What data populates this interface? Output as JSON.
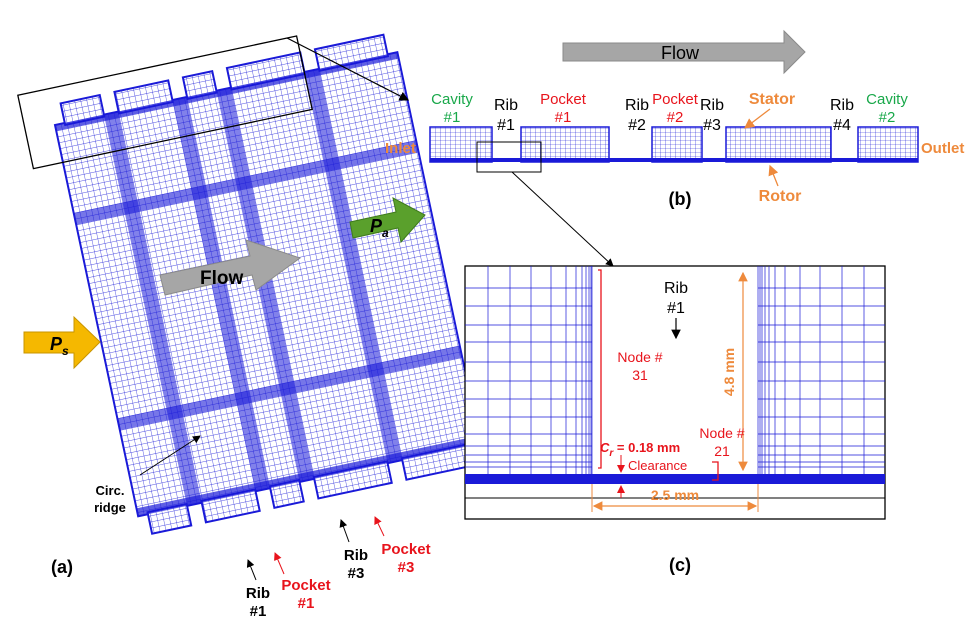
{
  "panel_a": {
    "panel_label": "(a)",
    "flow": "Flow",
    "ps_main": "P",
    "ps_sub": "s",
    "pa_main": "P",
    "pa_sub": "a",
    "circ_ridge_line1": "Circ.",
    "circ_ridge_line2": "ridge",
    "rib1_line1": "Rib",
    "rib1_line2": "#1",
    "pocket1_line1": "Pocket",
    "pocket1_line2": "#1",
    "rib3_line1": "Rib",
    "rib3_line2": "#3",
    "pocket3_line1": "Pocket",
    "pocket3_line2": "#3"
  },
  "panel_b": {
    "panel_label": "(b)",
    "flow": "Flow",
    "inlet": "Inlet",
    "outlet": "Outlet",
    "stator": "Stator",
    "rotor": "Rotor",
    "cavity1_line1": "Cavity",
    "cavity1_line2": "#1",
    "rib1_line1": "Rib",
    "rib1_line2": "#1",
    "pocket1_line1": "Pocket",
    "pocket1_line2": "#1",
    "rib2_line1": "Rib",
    "rib2_line2": "#2",
    "pocket2_line1": "Pocket",
    "pocket2_line2": "#2",
    "rib3_line1": "Rib",
    "rib3_line2": "#3",
    "rib4_line1": "Rib",
    "rib4_line2": "#4",
    "cavity2_line1": "Cavity",
    "cavity2_line2": "#2"
  },
  "panel_c": {
    "panel_label": "(c)",
    "rib_line1": "Rib",
    "rib_line2": "#1",
    "node31_line1": "Node #",
    "node31_line2": "31",
    "node21_line1": "Node #",
    "node21_line2": "21",
    "cr_main": "C",
    "cr_sub": "r",
    "cr_value": " = 0.18 mm",
    "clearance": "Clearance",
    "height_dim": "4.8 mm",
    "width_dim": "2.5 mm"
  },
  "colors": {
    "mesh": "#1a1ad8",
    "red_label": "#e8141c",
    "green_label": "#19a84a",
    "orange_label": "#ee8a3c",
    "flow_arrow": "#a6a6a6",
    "ps_arrow": "#f5b800",
    "pa_arrow": "#5aa02c"
  }
}
